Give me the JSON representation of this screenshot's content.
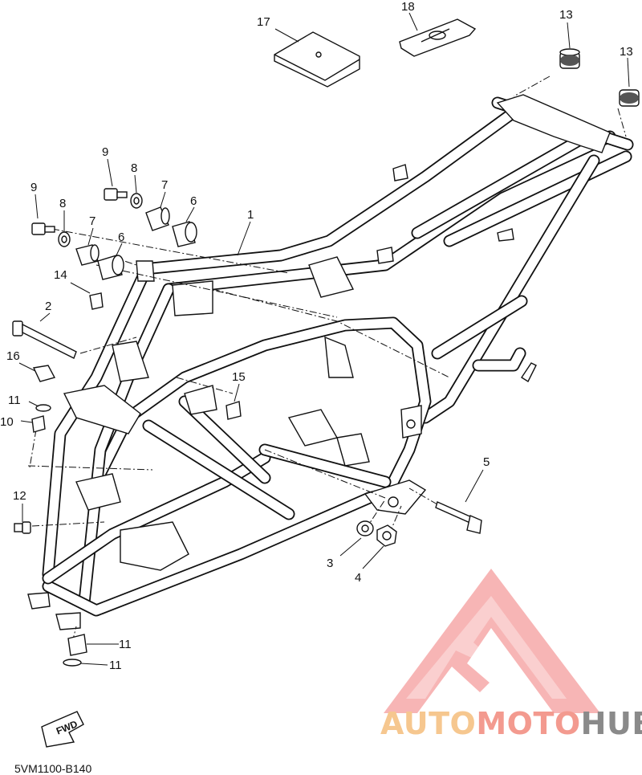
{
  "diagram_code": "5VM1100-B140",
  "fwd_label": "FWD",
  "callouts": [
    {
      "id": "c1",
      "text": "1"
    },
    {
      "id": "c2",
      "text": "2"
    },
    {
      "id": "c3",
      "text": "3"
    },
    {
      "id": "c4",
      "text": "4"
    },
    {
      "id": "c5",
      "text": "5"
    },
    {
      "id": "c6a",
      "text": "6"
    },
    {
      "id": "c6b",
      "text": "6"
    },
    {
      "id": "c7a",
      "text": "7"
    },
    {
      "id": "c7b",
      "text": "7"
    },
    {
      "id": "c8a",
      "text": "8"
    },
    {
      "id": "c8b",
      "text": "8"
    },
    {
      "id": "c9a",
      "text": "9"
    },
    {
      "id": "c9b",
      "text": "9"
    },
    {
      "id": "c10a",
      "text": "10"
    },
    {
      "id": "c10b",
      "text": "10"
    },
    {
      "id": "c11a",
      "text": "11"
    },
    {
      "id": "c11b",
      "text": "11"
    },
    {
      "id": "c12",
      "text": "12"
    },
    {
      "id": "c13a",
      "text": "13"
    },
    {
      "id": "c13b",
      "text": "13"
    },
    {
      "id": "c14",
      "text": "14"
    },
    {
      "id": "c15",
      "text": "15"
    },
    {
      "id": "c16",
      "text": "16"
    },
    {
      "id": "c17",
      "text": "17"
    },
    {
      "id": "c18",
      "text": "18"
    }
  ],
  "watermark": {
    "brand_part1": "AUTO",
    "brand_part2": "MOTO",
    "brand_part3": "HUB",
    "color_light": "#f6c78f",
    "color_mid": "#f39a8f",
    "color_dark": "#8a8a8a",
    "logo_color": "#f27a7a"
  }
}
